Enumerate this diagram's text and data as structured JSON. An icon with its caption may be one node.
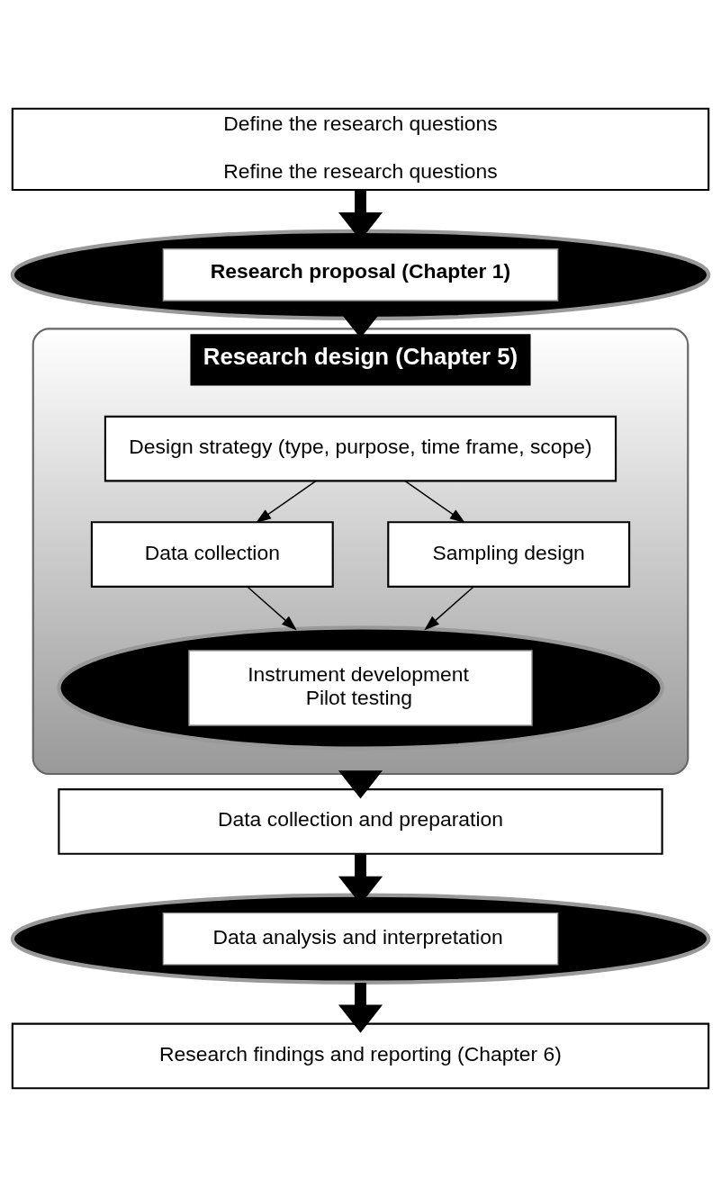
{
  "diagram": {
    "nodes": [
      {
        "text": [
          "Define the research questions",
          "Refine the research questions"
        ]
      },
      {
        "text": [
          "Research proposal (Chapter 1)"
        ]
      },
      {
        "text": [
          "Research design (Chapter 5)"
        ]
      },
      {
        "text": [
          "Design strategy (type, purpose, time frame, scope)"
        ],
        "in": 2
      },
      {
        "text": [
          "Data collection"
        ],
        "in": 2
      },
      {
        "text": [
          "Sampling design"
        ],
        "in": 2
      },
      {
        "text": [
          "Instrument development",
          "Pilot testing"
        ],
        "in": 2
      },
      {
        "text": [
          "Data collection and preparation"
        ]
      },
      {
        "text": [
          "Data analysis and interpretation"
        ]
      },
      {
        "text": [
          "Research findings and reporting (Chapter 6)"
        ]
      }
    ],
    "edges": [
      {
        "from": 0,
        "to": 1,
        "arrow": "to",
        "style": "thick"
      },
      {
        "from": 1,
        "to": 2,
        "arrow": "to",
        "style": "thick"
      },
      {
        "from": 3,
        "to": 4,
        "arrow": "to"
      },
      {
        "from": 3,
        "to": 5,
        "arrow": "to"
      },
      {
        "from": 4,
        "to": 6,
        "arrow": "to"
      },
      {
        "from": 5,
        "to": 6,
        "arrow": "to"
      },
      {
        "from": 2,
        "to": 7,
        "arrow": "to",
        "style": "thick"
      },
      {
        "from": 7,
        "to": 8,
        "arrow": "to",
        "style": "thick"
      },
      {
        "from": 8,
        "to": 9,
        "arrow": "to",
        "style": "thick"
      }
    ]
  }
}
